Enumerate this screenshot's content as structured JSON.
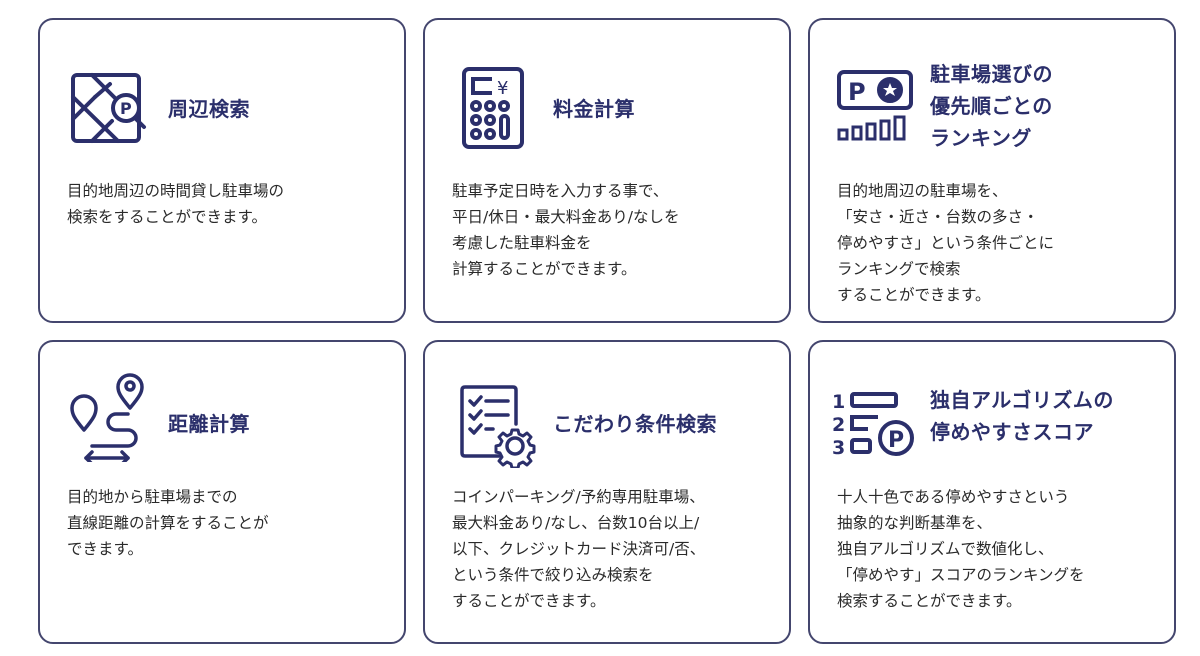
{
  "colors": {
    "accent": "#2b2f6b",
    "border": "#44466e",
    "text": "#2a2a2a"
  },
  "cards": [
    {
      "icon": "map-parking-search-icon",
      "title": "周辺検索",
      "description": "目的地周辺の時間貸し駐車場の\n検索をすることができます。"
    },
    {
      "icon": "calculator-yen-icon",
      "title": "料金計算",
      "description": "駐車予定日時を入力する事で、\n平日/休日・最大料金あり/なしを\n考慮した駐車料金を\n計算することができます。"
    },
    {
      "icon": "parking-star-ranking-icon",
      "title": "駐車場選びの\n優先順ごとの\nランキング",
      "description": "目的地周辺の駐車場を、\n「安さ・近さ・台数の多さ・\n停めやすさ」という条件ごとに\nランキングで検索\nすることができます。"
    },
    {
      "icon": "route-distance-icon",
      "title": "距離計算",
      "description": "目的地から駐車場までの\n直線距離の計算をすることが\nできます。"
    },
    {
      "icon": "checklist-gear-icon",
      "title": "こだわり条件検索",
      "description": "コインパーキング/予約専用駐車場、\n最大料金あり/なし、台数10台以上/\n以下、クレジットカード決済可/否、\nという条件で絞り込み検索を\nすることができます。"
    },
    {
      "icon": "ranking-score-parking-icon",
      "title": "独自アルゴリズムの\n停めやすさスコア",
      "description": "十人十色である停めやすさという\n抽象的な判断基準を、\n独自アルゴリズムで数値化し、\n「停めやす」スコアのランキングを\n検索することができます。"
    }
  ]
}
